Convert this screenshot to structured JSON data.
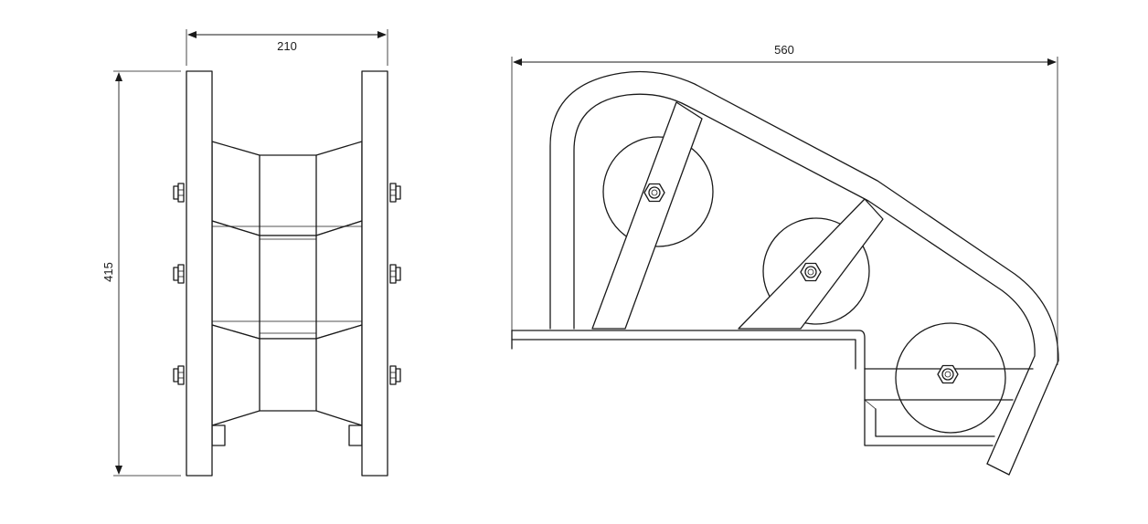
{
  "drawing": {
    "front_view": {
      "width_dimension": "210",
      "height_dimension": "415"
    },
    "side_view": {
      "length_dimension": "560"
    },
    "line_color": "#1a1a1a",
    "background_color": "#ffffff"
  }
}
